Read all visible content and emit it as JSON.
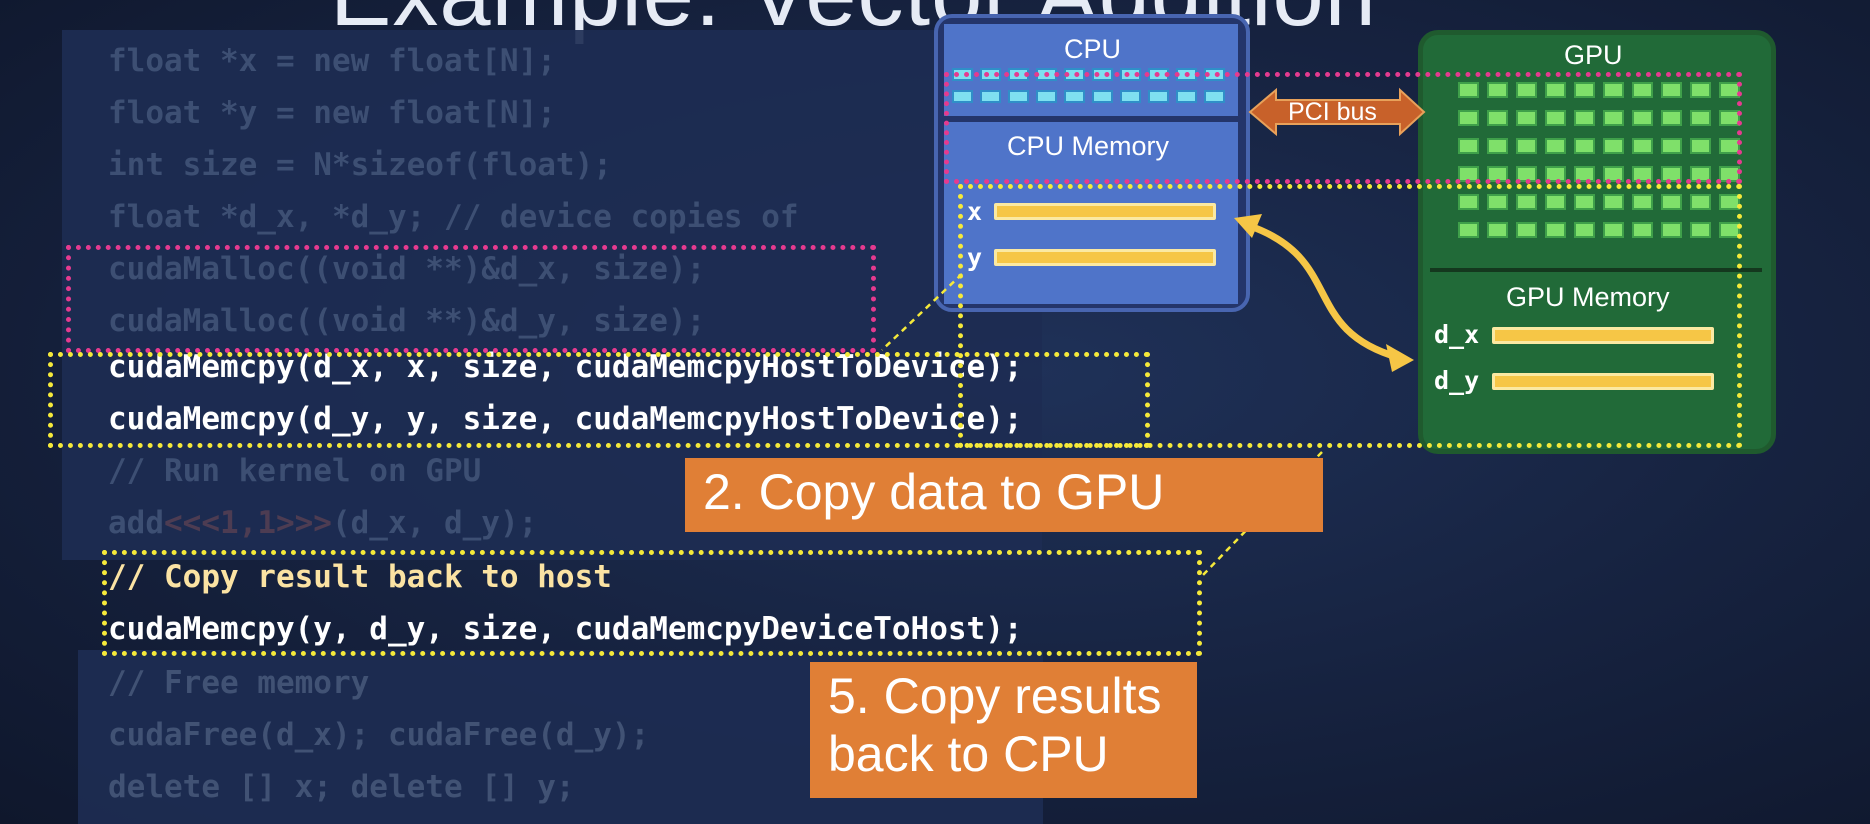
{
  "slide": {
    "title_fragment": "Example: Vector Addition"
  },
  "code": {
    "line1": "float *x = new float[N];",
    "line2": "float *y = new float[N];",
    "line3": "int size = N*sizeof(float);",
    "line4": "float *d_x, *d_y; // device copies of",
    "line5": "cudaMalloc((void **)&d_x, size);",
    "line6": "cudaMalloc((void **)&d_y, size);",
    "line7": "cudaMemcpy(d_x, x, size, cudaMemcpyHostToDevice);",
    "line8": "cudaMemcpy(d_y, y, size, cudaMemcpyHostToDevice);",
    "line9": "// Run kernel on GPU",
    "line10_pre": "add",
    "line10_launch": "<<<1,1>>>",
    "line10_post": "(d_x, d_y);",
    "line11": "// Copy result back to host",
    "line12": "cudaMemcpy(y, d_y, size, cudaMemcpyDeviceToHost);",
    "line13": "// Free memory",
    "line14": "cudaFree(d_x); cudaFree(d_y);",
    "line15": "delete [] x; delete [] y;"
  },
  "callouts": {
    "step2": "2. Copy data to GPU",
    "step5_line1": "5. Copy results",
    "step5_line2": "back to CPU"
  },
  "diagram": {
    "cpu_label": "CPU",
    "cpu_memory_label": "CPU Memory",
    "cpu_var_x": "x",
    "cpu_var_y": "y",
    "pci_label": "PCI bus",
    "gpu_label": "GPU",
    "gpu_memory_label": "GPU Memory",
    "gpu_var_dx": "d_x",
    "gpu_var_dy": "d_y"
  },
  "colors": {
    "highlight_pink": "#e53a8f",
    "highlight_yellow": "#f5e93a",
    "callout_orange": "#e07f36",
    "pci_bus": "#c8612a"
  }
}
